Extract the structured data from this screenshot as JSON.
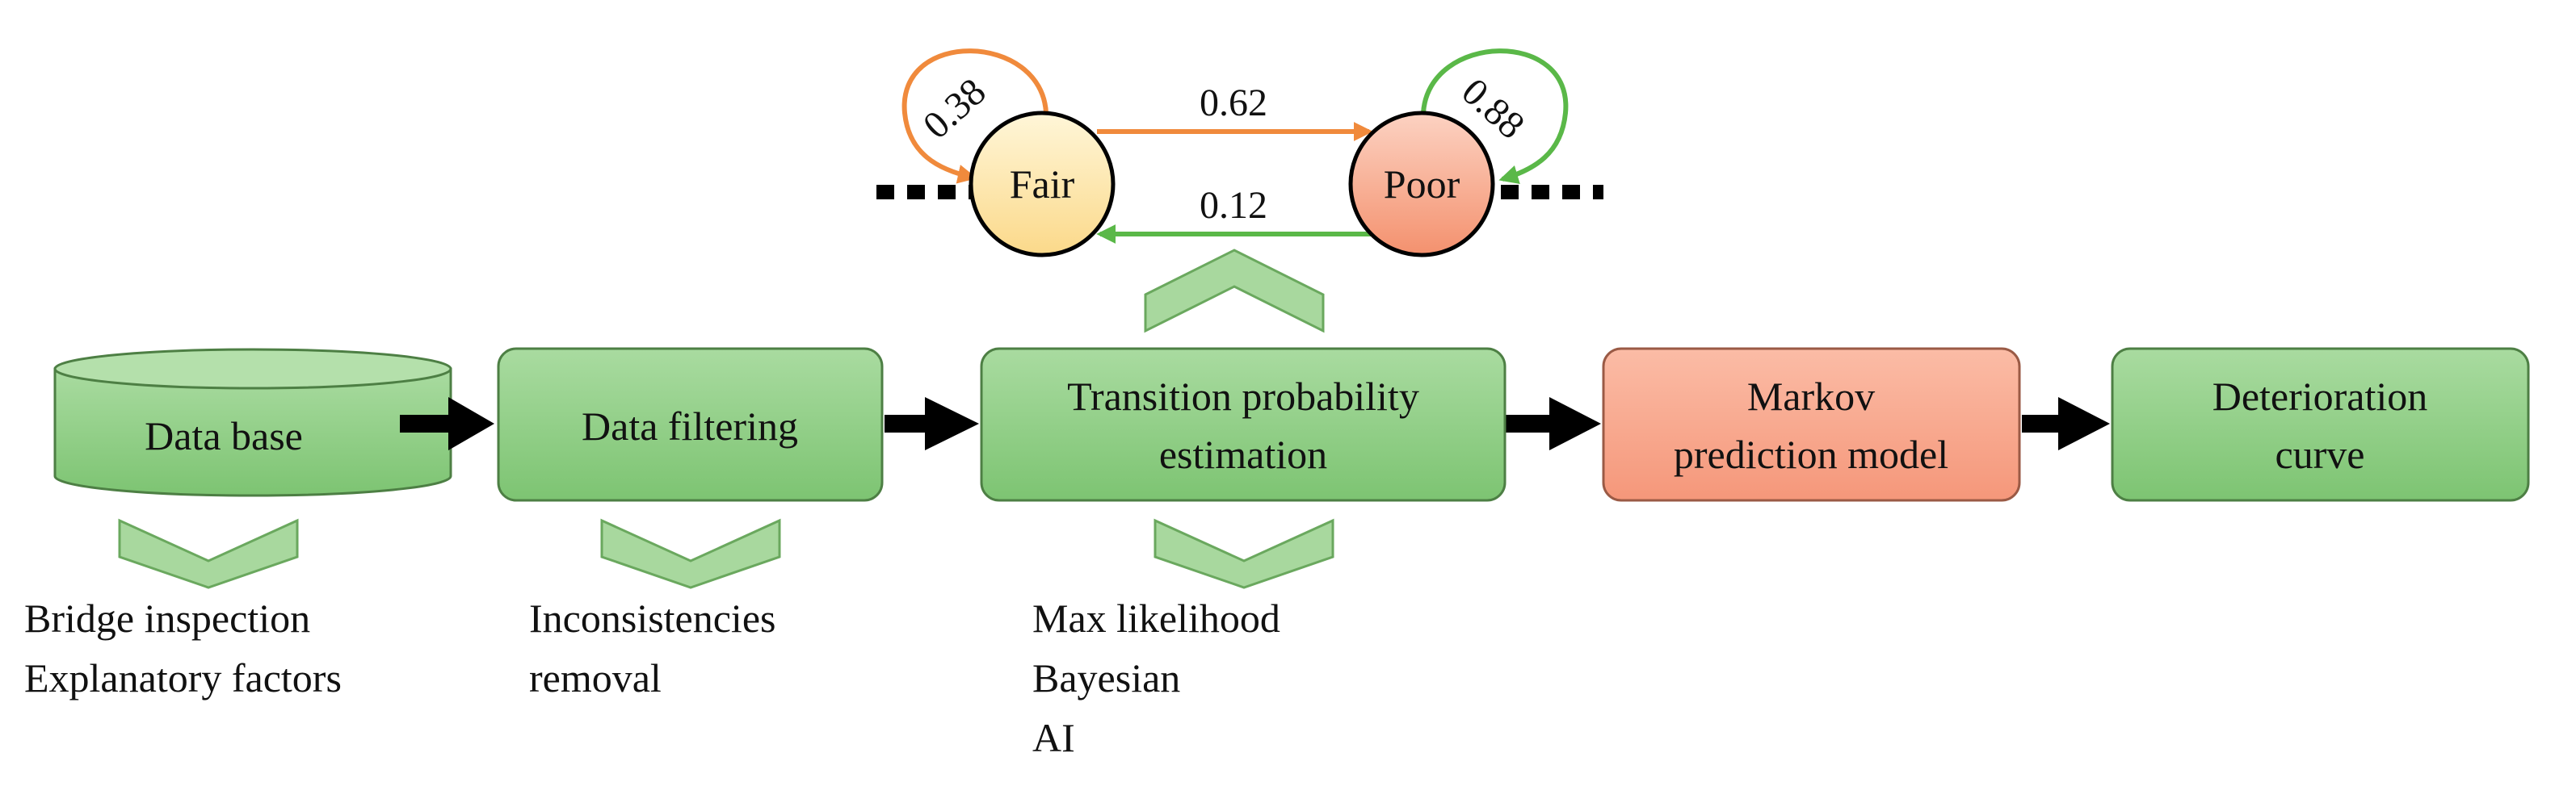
{
  "markov_chain": {
    "states": [
      {
        "label": "Fair",
        "fill": "#fde9a8"
      },
      {
        "label": "Poor",
        "fill": "#f7a98e"
      }
    ],
    "transitions": [
      {
        "from": "Fair",
        "to": "Fair",
        "label": "0.38",
        "color": "#f08a3c"
      },
      {
        "from": "Fair",
        "to": "Poor",
        "label": "0.62",
        "color": "#f08a3c"
      },
      {
        "from": "Poor",
        "to": "Fair",
        "label": "0.12",
        "color": "#5ab848"
      },
      {
        "from": "Poor",
        "to": "Poor",
        "label": "0.88",
        "color": "#5ab848"
      }
    ]
  },
  "pipeline": {
    "steps": [
      {
        "label": "Data base",
        "shape": "cylinder",
        "fill": "#8fcf85"
      },
      {
        "label": "Data filtering",
        "fill": "#8fcf85"
      },
      {
        "label_line1": "Transition probability",
        "label_line2": "estimation",
        "fill": "#8fcf85"
      },
      {
        "label_line1": "Markov",
        "label_line2": "prediction model",
        "fill": "#f8a58c"
      },
      {
        "label_line1": "Deterioration",
        "label_line2": "curve",
        "fill": "#8fcf85"
      }
    ],
    "details": [
      {
        "lines": [
          "Bridge inspection",
          "Explanatory factors"
        ]
      },
      {
        "lines": [
          "Inconsistencies",
          "removal"
        ]
      },
      {
        "lines": [
          "Max likelihood",
          "Bayesian",
          "AI"
        ]
      }
    ]
  },
  "colors": {
    "green_fill": "#8fcf85",
    "green_stroke": "#5b9a4f",
    "salmon_fill": "#f8a58c",
    "orange_arrow": "#f08a3c",
    "green_arrow": "#5ab848",
    "chevron_fill": "#a8d89e"
  }
}
